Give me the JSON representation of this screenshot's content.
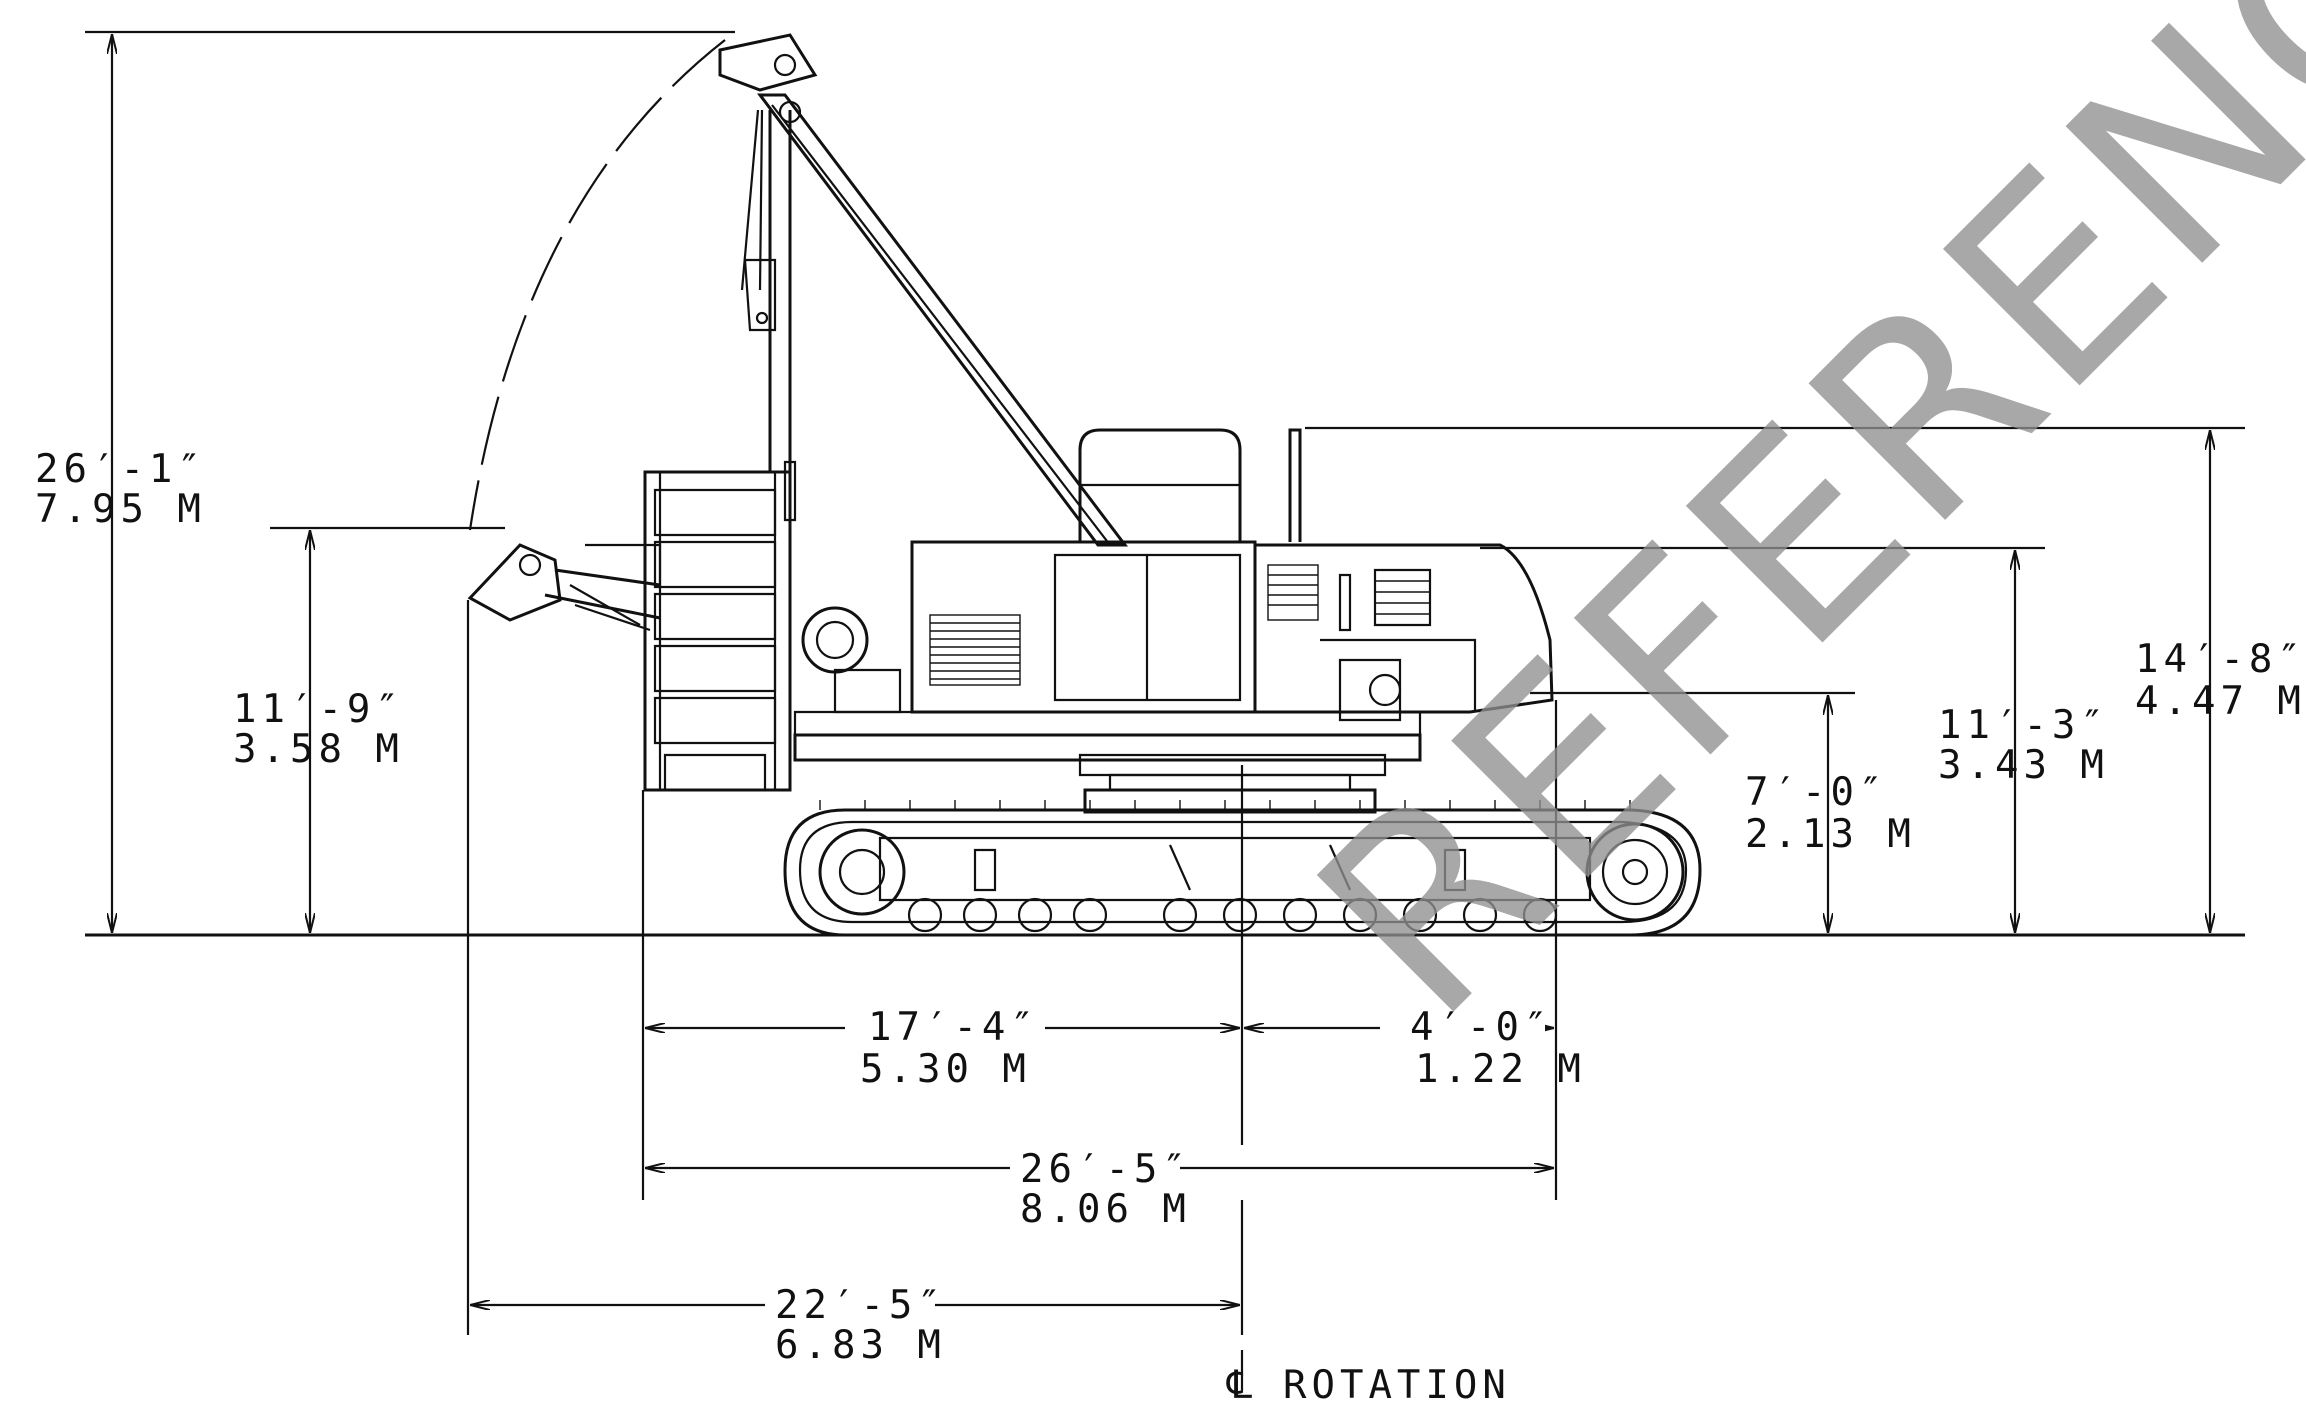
{
  "watermark": "REFERENCE",
  "centerline_symbol": "℄",
  "centerline_label": "ROTATION",
  "dimensions": {
    "overall_height": {
      "imperial": "26′-1″",
      "metric": "7.95 M"
    },
    "boom_tip_height": {
      "imperial": "11′-9″",
      "metric": "3.58 M"
    },
    "track_length_front": {
      "imperial": "17′-4″",
      "metric": "5.30 M"
    },
    "counterweight_offset": {
      "imperial": "4′-0″",
      "metric": "1.22 M"
    },
    "overall_length": {
      "imperial": "26′-5″",
      "metric": "8.06 M"
    },
    "reach_from_rotation": {
      "imperial": "22′-5″",
      "metric": "6.83 M"
    },
    "counterweight_height": {
      "imperial": "7′-0″",
      "metric": "2.13 M"
    },
    "cab_height": {
      "imperial": "11′-3″",
      "metric": "3.43 M"
    },
    "overall_machine_height": {
      "imperial": "14′-8″",
      "metric": "4.47 M"
    }
  },
  "colors": {
    "line": "#111111",
    "watermark": "#8f8f8f"
  }
}
